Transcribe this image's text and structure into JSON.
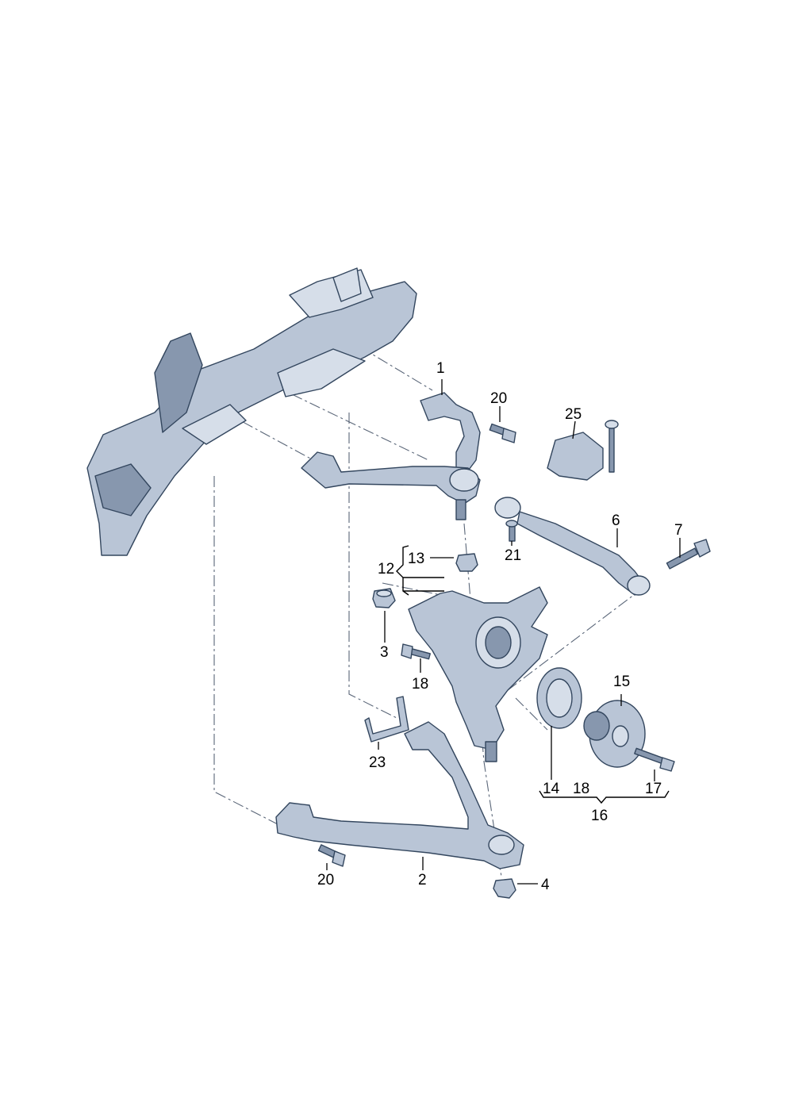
{
  "callouts": {
    "c1": "1",
    "c2": "2",
    "c3": "3",
    "c4": "4",
    "c6": "6",
    "c7": "7",
    "c12": "12",
    "c13": "13",
    "c14": "14",
    "c15": "15",
    "c16": "16",
    "c17": "17",
    "c18a": "18",
    "c18b": "18",
    "c20a": "20",
    "c20b": "20",
    "c21": "21",
    "c23": "23",
    "c25": "25"
  },
  "colors": {
    "part_fill": "#b9c5d6",
    "part_outline": "#33465e",
    "leader_line": "#000000"
  }
}
